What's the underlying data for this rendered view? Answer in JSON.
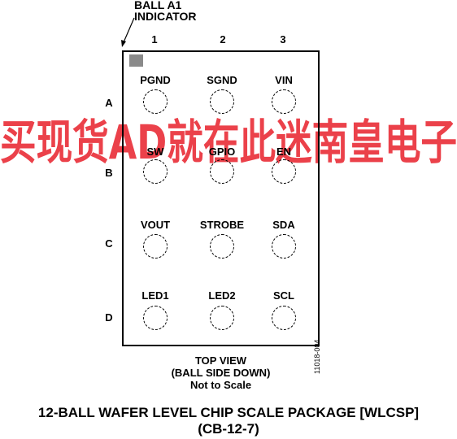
{
  "indicator": {
    "line1": "BALL A1",
    "line2": "INDICATOR"
  },
  "columns": [
    "1",
    "2",
    "3"
  ],
  "rows": [
    "A",
    "B",
    "C",
    "D"
  ],
  "balls": [
    [
      "PGND",
      "SGND",
      "VIN"
    ],
    [
      "SW",
      "GPIO",
      "EN"
    ],
    [
      "VOUT",
      "STROBE",
      "SDA"
    ],
    [
      "LED1",
      "LED2",
      "SCL"
    ]
  ],
  "view": {
    "line1": "TOP VIEW",
    "line2": "(BALL SIDE DOWN)",
    "line3": "Not to Scale"
  },
  "figure_id": "11018-004",
  "package": {
    "line1": "12-BALL WAFER LEVEL CHIP SCALE PACKAGE [WLCSP]",
    "line2": "(CB-12-7)"
  },
  "watermark": {
    "text": "买现货AD就在此迷南皇电子",
    "color": "#e8202a"
  }
}
